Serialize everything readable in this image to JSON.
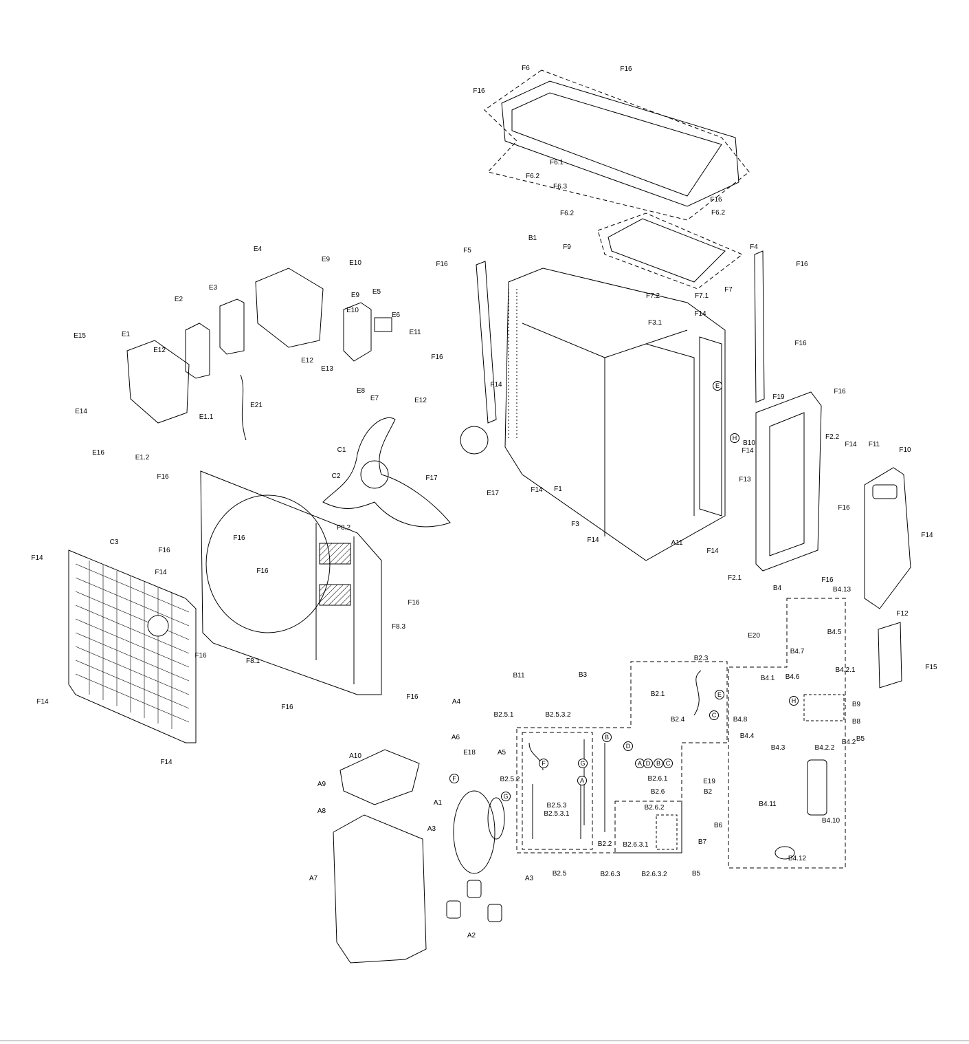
{
  "diagram": {
    "type": "exploded-parts-view",
    "labels": [
      "F6",
      "F16",
      "F16",
      "F6.2",
      "F6.1",
      "F6.3",
      "F6.2",
      "F16",
      "F6.2",
      "B1",
      "F9",
      "F5",
      "F16",
      "F4",
      "F16",
      "F7",
      "F7.2",
      "F7.1",
      "E4",
      "E9",
      "E10",
      "E3",
      "E9",
      "E10",
      "E5",
      "E2",
      "E6",
      "E11",
      "E15",
      "E1",
      "E12",
      "E12",
      "E13",
      "F3.1",
      "F14",
      "F16",
      "F16",
      "E8",
      "E7",
      "E12",
      "E14",
      "E21",
      "F14",
      "F19",
      "F16",
      "F2.2",
      "F14",
      "F11",
      "F10",
      "E1.1",
      "E16",
      "E1.2",
      "C1",
      "B10",
      "F14",
      "F13",
      "E17",
      "F17",
      "F14",
      "F1",
      "F3",
      "F14",
      "A11",
      "F14",
      "F16",
      "C2",
      "F16",
      "F14",
      "F16",
      "F8.2",
      "F16",
      "C3",
      "F14",
      "F14",
      "F16",
      "F16",
      "F8.3",
      "F2.1",
      "F16",
      "B4",
      "B4.13",
      "F12",
      "E20",
      "B4.5",
      "B4.7",
      "F16",
      "F8.1",
      "B2.3",
      "F15",
      "B11",
      "B3",
      "B4.1",
      "B4.6",
      "B4.2.1",
      "B9",
      "B8",
      "B2.1",
      "F14",
      "F16",
      "F16",
      "A4",
      "B2.5.1",
      "B2.5.3.2",
      "B2.4",
      "B4.8",
      "B4.4",
      "B4.3",
      "B4.2.2",
      "B4.2",
      "B5",
      "A6",
      "A5",
      "E18",
      "A10",
      "F14",
      "B2.6.1",
      "E19",
      "B2.6",
      "B2",
      "A9",
      "B2.5.2",
      "A1",
      "B2.6.2",
      "A8",
      "B2.5.3",
      "B2.5.3.1",
      "B4.11",
      "B4.10",
      "B6",
      "A3",
      "B7",
      "B2.2",
      "B2.6.3.1",
      "A3",
      "B2.5",
      "B2.6.3",
      "B2.6.3.2",
      "B5",
      "B4.12",
      "A7",
      "A2"
    ],
    "connectors": [
      "E",
      "H",
      "H",
      "E",
      "C",
      "D",
      "B",
      "F",
      "G",
      "A",
      "F",
      "G",
      "A",
      "D",
      "B",
      "C"
    ]
  }
}
